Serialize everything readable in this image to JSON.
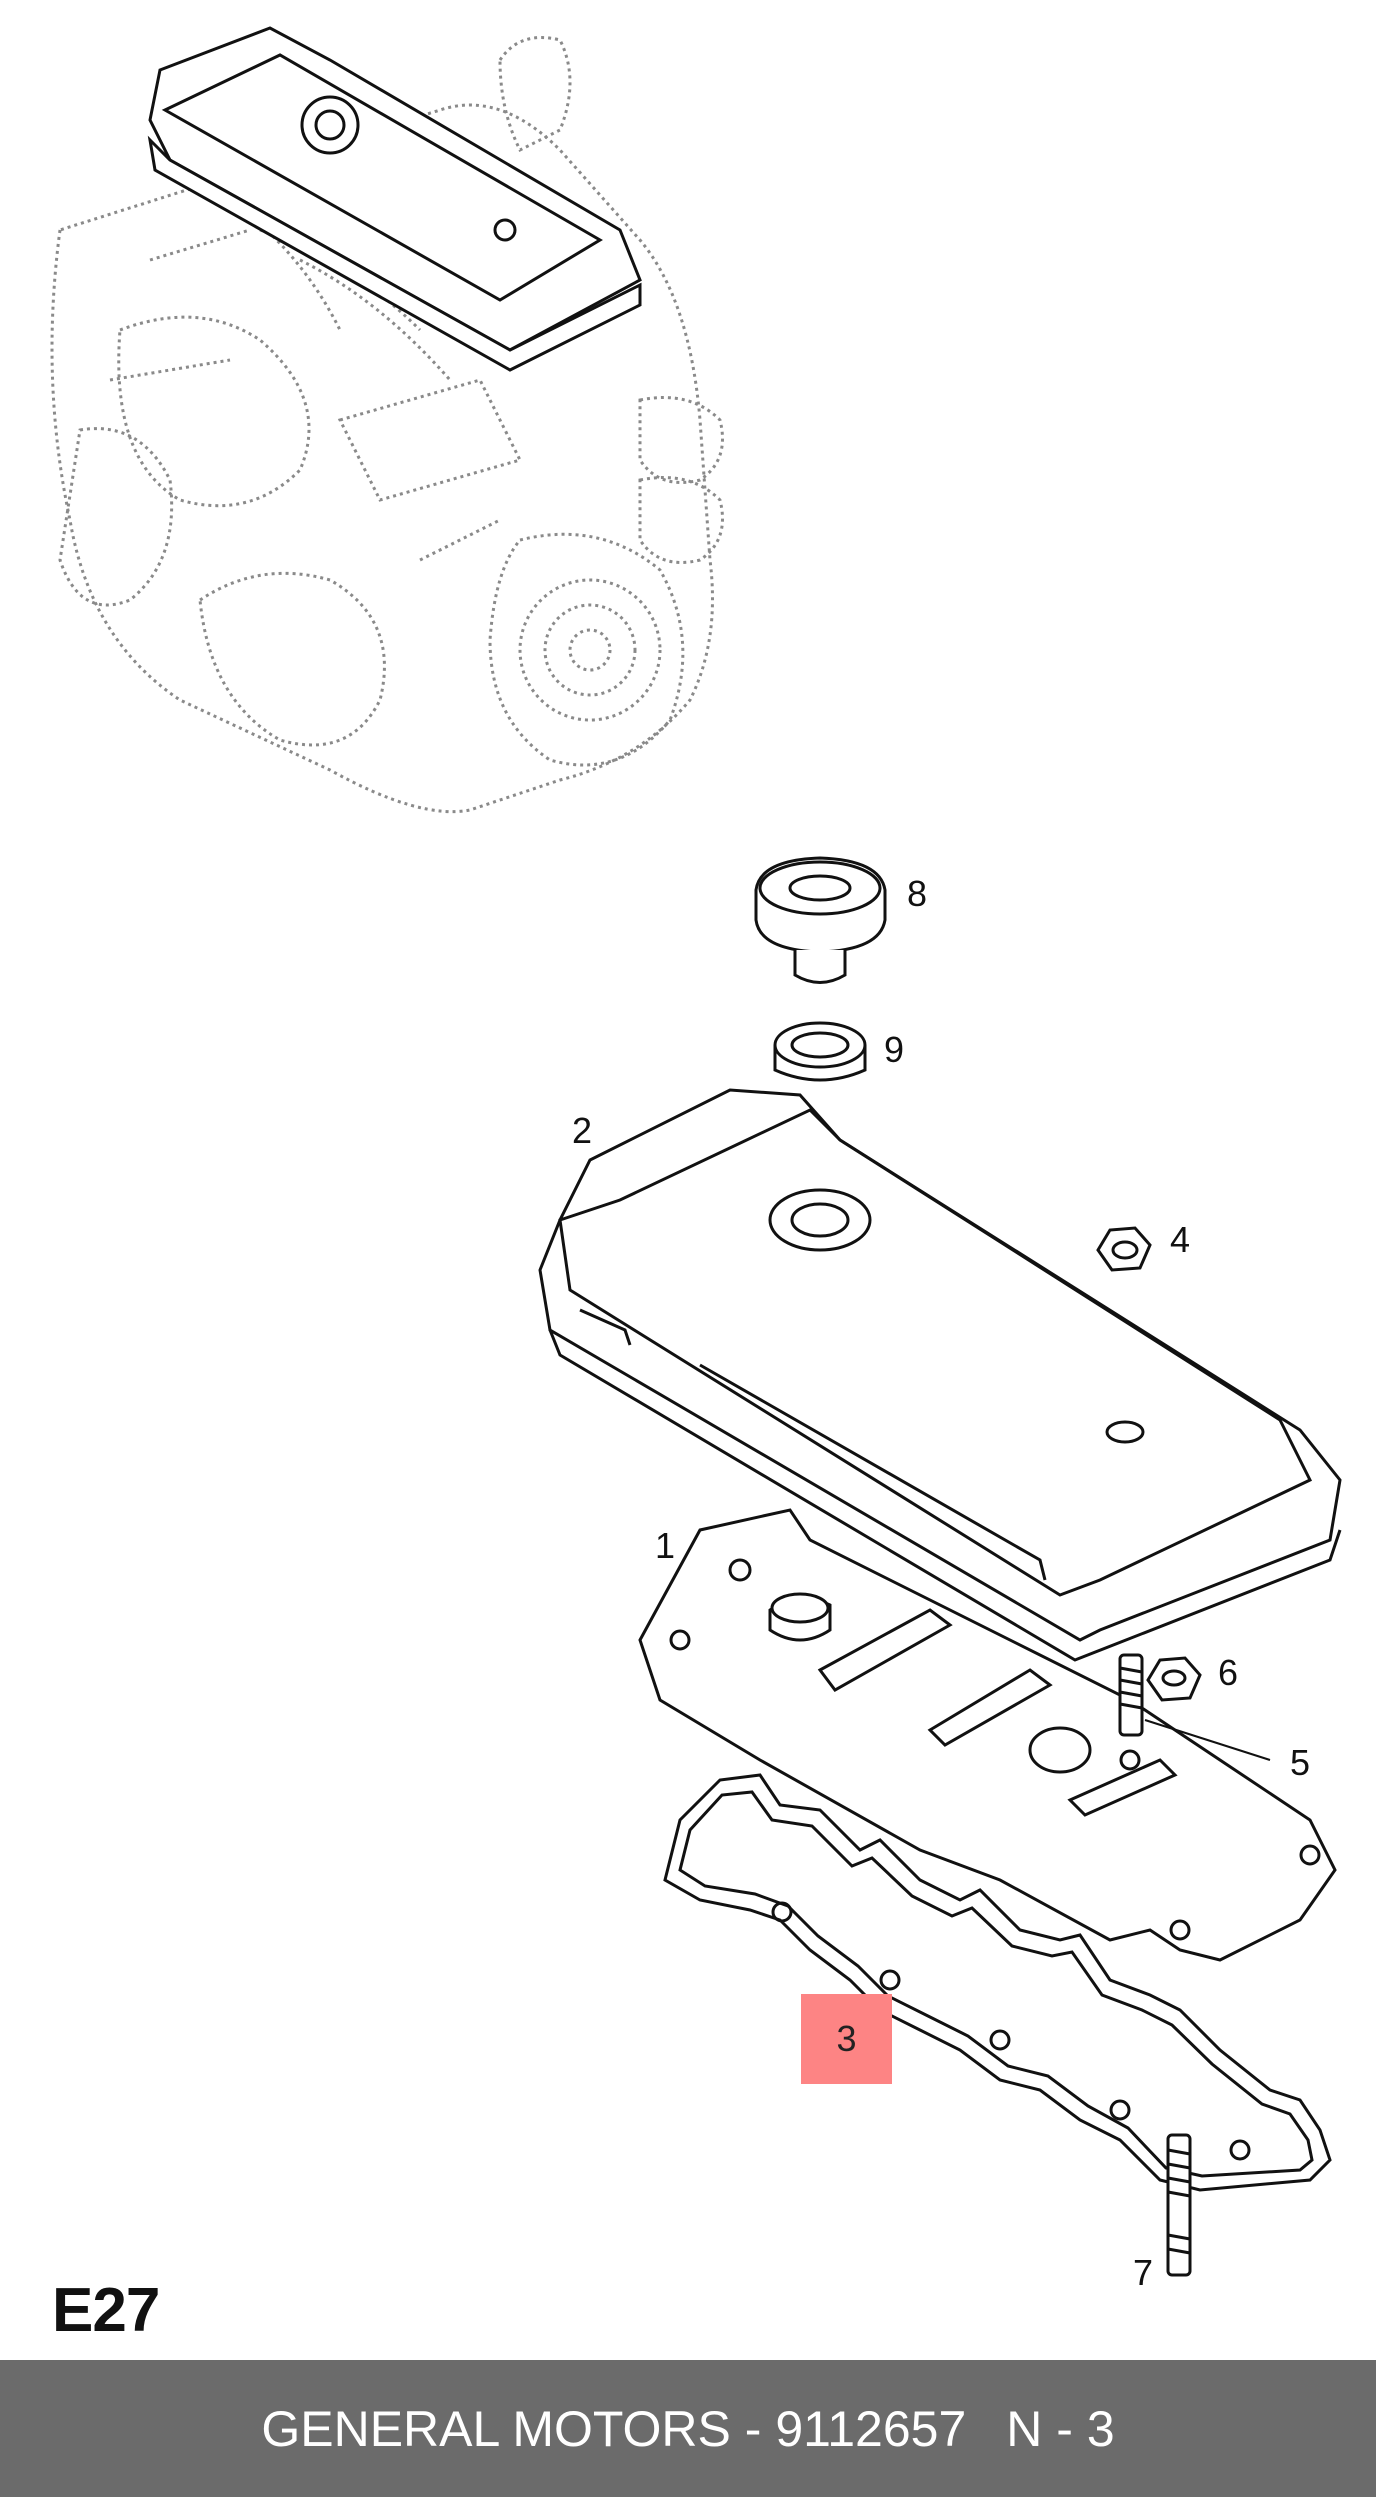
{
  "diagram": {
    "page_code": "E27",
    "part_labels": {
      "p1": "1",
      "p2": "2",
      "p3": "3",
      "p4": "4",
      "p5": "5",
      "p6": "6",
      "p7": "7",
      "p8": "8",
      "p9": "9"
    },
    "highlighted_part": "3",
    "colors": {
      "highlight": "#fd8484",
      "footer_bg": "#6b6b6b",
      "line": "#111111",
      "dotted": "#8a8a8a"
    }
  },
  "footer": {
    "brand_part": "GENERAL MOTORS - 9112657",
    "ref": "N - 3"
  }
}
